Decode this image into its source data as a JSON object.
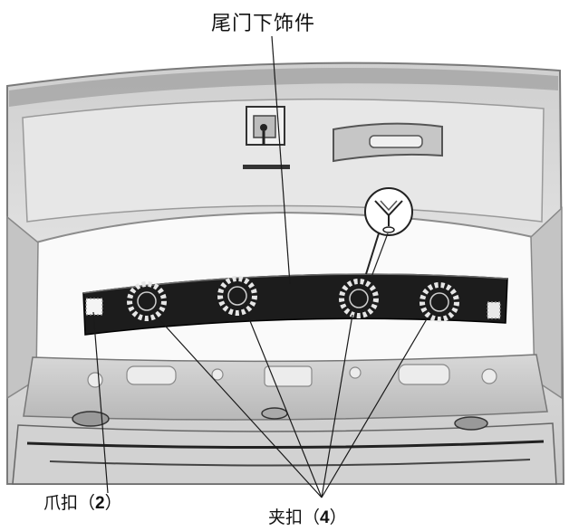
{
  "labels": {
    "part_name": "尾门下饰件",
    "claw": {
      "name": "爪扣",
      "open": "（",
      "qty": "2",
      "close": "）"
    },
    "clip": {
      "name": "夹扣",
      "open": "（",
      "qty": "4",
      "close": "）"
    }
  },
  "colors": {
    "line": "#1a1a1a",
    "tailgate_fill": "#dcdcdc",
    "tailgate_shade": "#bdbdbd",
    "trim_panel": "#1c1c1c",
    "clip_ring": "#e6e6e6",
    "background": "#ffffff"
  }
}
